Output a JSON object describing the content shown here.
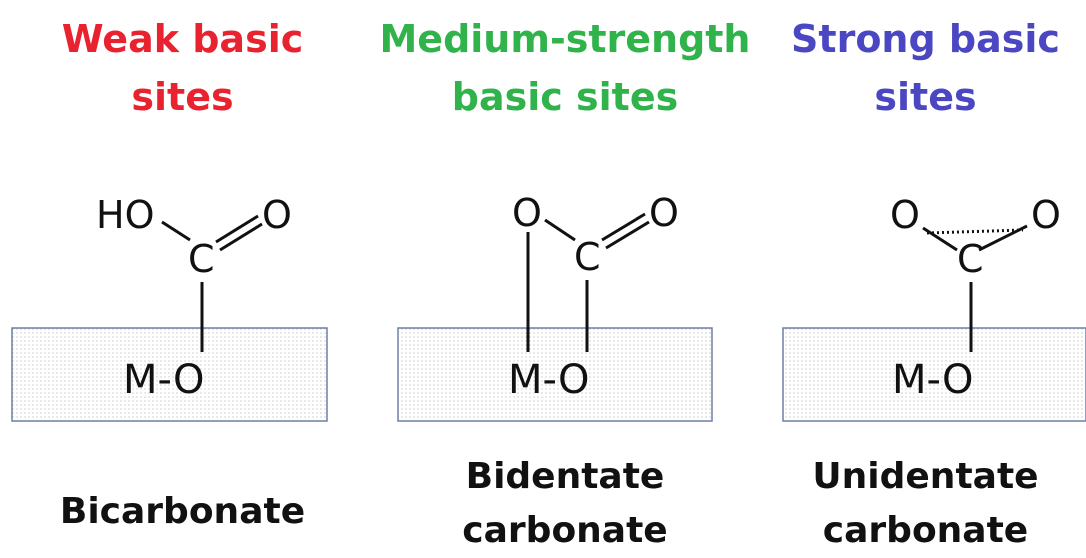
{
  "panels": [
    {
      "title": [
        "Weak basic",
        "sites"
      ],
      "name": [
        "Bicarbonate"
      ],
      "atoms": {
        "ho": "HO",
        "c": "C",
        "o": "O",
        "mo": "M-O"
      }
    },
    {
      "title": [
        "Medium-strength",
        "basic sites"
      ],
      "name": [
        "Bidentate",
        "carbonate"
      ],
      "atoms": {
        "o_left": "O",
        "c": "C",
        "o": "O",
        "mo": "M-O"
      }
    },
    {
      "title": [
        "Strong basic",
        "sites"
      ],
      "name": [
        "Unidentate",
        "carbonate"
      ],
      "atoms": {
        "o_left": "O",
        "c": "C",
        "o": "O",
        "mo": "M-O"
      }
    }
  ],
  "colors": {
    "weak": "#e8232f",
    "medium": "#2fb34a",
    "strong": "#4b46c2",
    "text": "#111111",
    "surface_border": "#6d7fa6"
  }
}
